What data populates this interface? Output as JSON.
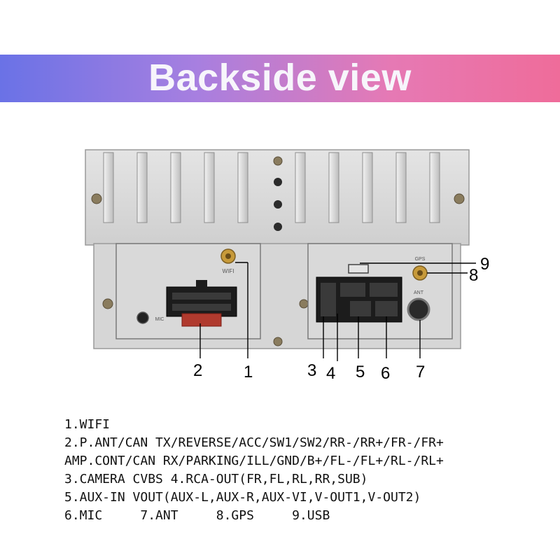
{
  "banner": {
    "title": "Backside view"
  },
  "device": {
    "labels": {
      "wifi": "WIFI",
      "mic": "MIC",
      "ant": "ANT",
      "gps": "GPS"
    },
    "callouts": [
      "1",
      "2",
      "3",
      "4",
      "5",
      "6",
      "7",
      "8",
      "9"
    ]
  },
  "legend": {
    "line1": "1.WIFI",
    "line2": "2.P.ANT/CAN TX/REVERSE/ACC/SW1/SW2/RR-/RR+/FR-/FR+",
    "line3": "AMP.CONT/CAN RX/PARKING/ILL/GND/B+/FL-/FL+/RL-/RL+",
    "line4": "3.CAMERA CVBS 4.RCA-OUT(FR,FL,RL,RR,SUB)",
    "line5": "5.AUX-IN VOUT(AUX-L,AUX-R,AUX-VI,V-OUT1,V-OUT2)",
    "line6": "6.MIC     7.ANT     8.GPS     9.USB"
  }
}
